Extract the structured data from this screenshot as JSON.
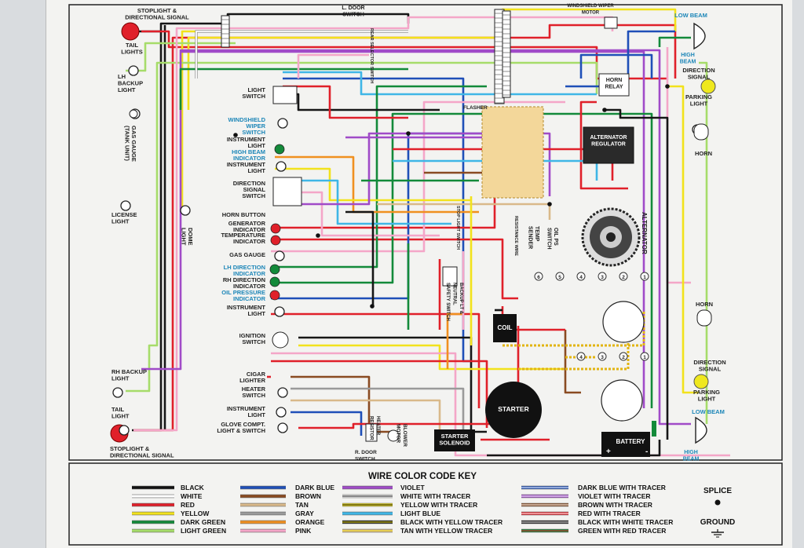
{
  "diagram": {
    "labels_left": [
      {
        "id": "stoplight-top",
        "lines": [
          "STOPLIGHT &",
          "DIRECTIONAL SIGNAL"
        ]
      },
      {
        "id": "tail-lights",
        "lines": [
          "TAIL",
          "LIGHTS"
        ]
      },
      {
        "id": "lh-backup",
        "lines": [
          "LH",
          "BACKUP",
          "LIGHT"
        ]
      },
      {
        "id": "gas-gauge-tank",
        "lines": [
          "GAS GAUGE",
          "(TANK UNIT)"
        ]
      },
      {
        "id": "license-light",
        "lines": [
          "LICENSE",
          "LIGHT"
        ]
      },
      {
        "id": "dome-light",
        "lines": [
          "DOME",
          "LIGHT"
        ]
      },
      {
        "id": "rh-backup",
        "lines": [
          "RH BACKUP",
          "LIGHT"
        ]
      },
      {
        "id": "tail-light-bottom",
        "lines": [
          "TAIL",
          "LIGHT"
        ]
      },
      {
        "id": "stoplight-bottom",
        "lines": [
          "STOPLIGHT &",
          "DIRECTIONAL SIGNAL"
        ]
      }
    ],
    "dash_labels": [
      {
        "id": "light-switch",
        "lines": [
          "LIGHT",
          "SWITCH"
        ],
        "color": "#222"
      },
      {
        "id": "windshield-wiper-switch",
        "lines": [
          "WINDSHIELD",
          "WIPER",
          "SWITCH"
        ],
        "color": "#1c86b8"
      },
      {
        "id": "instrument-light-1",
        "lines": [
          "INSTRUMENT",
          "LIGHT"
        ],
        "color": "#222"
      },
      {
        "id": "high-beam-indicator",
        "lines": [
          "HIGH BEAM",
          "INDICATOR"
        ],
        "color": "#1c86b8"
      },
      {
        "id": "instrument-light-2",
        "lines": [
          "INSTRUMENT",
          "LIGHT"
        ],
        "color": "#222"
      },
      {
        "id": "direction-signal-switch",
        "lines": [
          "DIRECTION",
          "SIGNAL",
          "SWITCH"
        ],
        "color": "#222"
      },
      {
        "id": "horn-button",
        "lines": [
          "HORN BUTTON"
        ],
        "color": "#222"
      },
      {
        "id": "generator-indicator",
        "lines": [
          "GENERATOR",
          "INDICATOR"
        ],
        "color": "#222"
      },
      {
        "id": "temperature-indicator",
        "lines": [
          "TEMPERATURE",
          "INDICATOR"
        ],
        "color": "#222"
      },
      {
        "id": "gas-gauge",
        "lines": [
          "GAS GAUGE"
        ],
        "color": "#222"
      },
      {
        "id": "lh-direction-indicator",
        "lines": [
          "LH DIRECTION",
          "INDICATOR"
        ],
        "color": "#1c86b8"
      },
      {
        "id": "rh-direction-indicator",
        "lines": [
          "RH DIRECTION",
          "INDICATOR"
        ],
        "color": "#222"
      },
      {
        "id": "oil-pressure-indicator",
        "lines": [
          "OIL PRESSURE",
          "INDICATOR"
        ],
        "color": "#1c86b8"
      },
      {
        "id": "instrument-light-3",
        "lines": [
          "INSTRUMENT",
          "LIGHT"
        ],
        "color": "#222"
      },
      {
        "id": "ignition-switch",
        "lines": [
          "IGNITION",
          "SWITCH"
        ],
        "color": "#222"
      },
      {
        "id": "cigar-lighter",
        "lines": [
          "CIGAR",
          "LIGHTER"
        ],
        "color": "#222"
      },
      {
        "id": "heater-switch",
        "lines": [
          "HEATER",
          "SWITCH"
        ],
        "color": "#222"
      },
      {
        "id": "instrument-light-4",
        "lines": [
          "INSTRUMENT",
          "LIGHT"
        ],
        "color": "#222"
      },
      {
        "id": "glove-compt-light",
        "lines": [
          "GLOVE COMPT.",
          "LIGHT & SWITCH"
        ],
        "color": "#222"
      }
    ],
    "misc_labels": {
      "l_door_switch": [
        "L. DOOR",
        "SWITCH"
      ],
      "rear_selector_switch": "REAR SELECTOR SWITCH",
      "windshield_wiper_motor": [
        "WINDSHIELD WIPER",
        "MOTOR"
      ],
      "flasher": "FLASHER",
      "stop_light_switch": "STOP LIGHT SWITCH",
      "resistance_wire": "RESISTANCE WIRE",
      "temp_sender": [
        "TEMP",
        "SENDER"
      ],
      "oil_ps_switch": [
        "OIL PS",
        "SWITCH"
      ],
      "backup_switch": [
        "BACKUP LT &",
        "NEUTRAL",
        "SAFETY SWITCH"
      ],
      "coil": "COIL",
      "starter": "STARTER",
      "starter_solenoid": [
        "STARTER",
        "SOLENOID"
      ],
      "battery": "BATTERY",
      "battery_plus": "+",
      "battery_minus": "-",
      "heater_resistor": [
        "HEATER",
        "RESISTOR"
      ],
      "blower_motor": [
        "BLOWER",
        "MOTOR"
      ],
      "r_door_switch": [
        "R. DOOR",
        "SWITCH"
      ],
      "alternator": "ALTERNATOR",
      "alternator_regulator": [
        "ALTERNATOR",
        "REGULATOR"
      ],
      "horn_relay": [
        "HORN",
        "RELAY"
      ]
    },
    "right_labels": {
      "low_beam_top": "LOW BEAM",
      "high_beam_top": [
        "HIGH",
        "BEAM"
      ],
      "direction_signal_top": [
        "DIRECTION",
        "SIGNAL"
      ],
      "parking_light_top": [
        "PARKING",
        "LIGHT"
      ],
      "horn_top": "HORN",
      "horn_bottom": "HORN",
      "direction_signal_bottom": [
        "DIRECTION",
        "SIGNAL"
      ],
      "parking_light_bottom": [
        "PARKING",
        "LIGHT"
      ],
      "low_beam_bottom": "LOW BEAM",
      "high_beam_bottom": [
        "HIGH",
        "BEAM"
      ]
    },
    "terminal_numbers": [
      "6",
      "5",
      "4",
      "3",
      "2",
      "1"
    ],
    "terminal_numbers_lower": [
      "4",
      "3",
      "2",
      "1"
    ]
  },
  "key": {
    "title": "WIRE COLOR CODE KEY",
    "columns": [
      [
        {
          "label": "BLACK",
          "color": "#111111",
          "tracer": null
        },
        {
          "label": "WHITE",
          "color": "#ffffff",
          "tracer": null
        },
        {
          "label": "RED",
          "color": "#e0202a",
          "tracer": null
        },
        {
          "label": "YELLOW",
          "color": "#f2e21c",
          "tracer": null
        },
        {
          "label": "DARK GREEN",
          "color": "#138a3a",
          "tracer": null
        },
        {
          "label": "LIGHT GREEN",
          "color": "#a6dc6a",
          "tracer": null
        }
      ],
      [
        {
          "label": "DARK BLUE",
          "color": "#1f4fb8",
          "tracer": null
        },
        {
          "label": "BROWN",
          "color": "#8a4b22",
          "tracer": null
        },
        {
          "label": "TAN",
          "color": "#d9b98a",
          "tracer": null
        },
        {
          "label": "GRAY",
          "color": "#9a9a9a",
          "tracer": null
        },
        {
          "label": "ORANGE",
          "color": "#f09020",
          "tracer": null
        },
        {
          "label": "PINK",
          "color": "#f4a6c8",
          "tracer": null
        }
      ],
      [
        {
          "label": "VIOLET",
          "color": "#a04bc8",
          "tracer": null
        },
        {
          "label": "WHITE WITH TRACER",
          "color": "#ffffff",
          "tracer": "#111111"
        },
        {
          "label": "YELLOW WITH TRACER",
          "color": "#f2e21c",
          "tracer": "#111111"
        },
        {
          "label": "LIGHT BLUE",
          "color": "#3fb6e6",
          "tracer": null
        },
        {
          "label": "BLACK WITH YELLOW TRACER",
          "color": "#111111",
          "tracer": "#f2e21c"
        },
        {
          "label": "TAN WITH YELLOW TRACER",
          "color": "#d9b98a",
          "tracer": "#f2e21c"
        }
      ],
      [
        {
          "label": "DARK BLUE WITH TRACER",
          "color": "#1f4fb8",
          "tracer": "#ffffff"
        },
        {
          "label": "VIOLET WITH TRACER",
          "color": "#a04bc8",
          "tracer": "#ffffff"
        },
        {
          "label": "BROWN WITH TRACER",
          "color": "#8a4b22",
          "tracer": "#ffffff"
        },
        {
          "label": "RED WITH TRACER",
          "color": "#e0202a",
          "tracer": "#ffffff"
        },
        {
          "label": "BLACK WITH WHITE TRACER",
          "color": "#111111",
          "tracer": "#ffffff"
        },
        {
          "label": "GREEN WITH RED TRACER",
          "color": "#138a3a",
          "tracer": "#e0202a"
        }
      ]
    ],
    "splice_label": "SPLICE",
    "ground_label": "GROUND"
  },
  "colors": {
    "accent_blue": "#1c86b8",
    "lamp_red": "#e0202a",
    "lamp_yellow": "#efe81e",
    "indicator_red": "#e0202a",
    "indicator_green": "#138a3a",
    "panel_tan": "#f3d79a"
  }
}
